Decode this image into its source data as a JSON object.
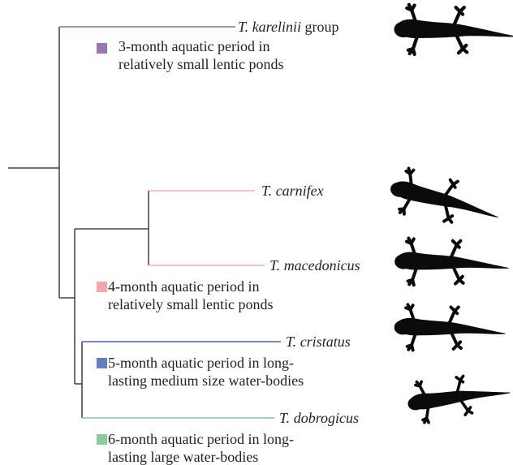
{
  "taxa": {
    "karelinii": {
      "genus": "T.",
      "species": "karelinii",
      "suffix": " group"
    },
    "carnifex": {
      "genus": "T.",
      "species": "carnifex",
      "suffix": ""
    },
    "macedonicus": {
      "genus": "T.",
      "species": "macedonicus",
      "suffix": ""
    },
    "cristatus": {
      "genus": "T.",
      "species": "cristatus",
      "suffix": ""
    },
    "dobrogicus": {
      "genus": "T.",
      "species": "dobrogicus",
      "suffix": ""
    }
  },
  "legend": [
    {
      "line1": "3-month aquatic period in",
      "line2": "relatively small lentic ponds",
      "color": "#9b76b5"
    },
    {
      "line1": "4-month aquatic period in",
      "line2": "relatively small lentic ponds",
      "color": "#f2a7aa"
    },
    {
      "line1": "5-month aquatic period in long-",
      "line2": "lasting medium size water-bodies",
      "color": "#5f7fbf"
    },
    {
      "line1": "6-month aquatic period in long-",
      "line2": "lasting large water-bodies",
      "color": "#8ccaa0"
    }
  ],
  "colors": {
    "karelinii": "#8e6aa6",
    "macedonicus_carnifex": "#f2a0a4",
    "cristatus": "#4a66ad",
    "dobrogicus": "#86c39a",
    "stem": "#231f20",
    "silhouette": "#0b0b0b"
  },
  "icons": [
    "newt-silhouette-icon",
    "newt-silhouette-icon",
    "newt-silhouette-icon",
    "newt-silhouette-icon",
    "newt-silhouette-icon"
  ]
}
